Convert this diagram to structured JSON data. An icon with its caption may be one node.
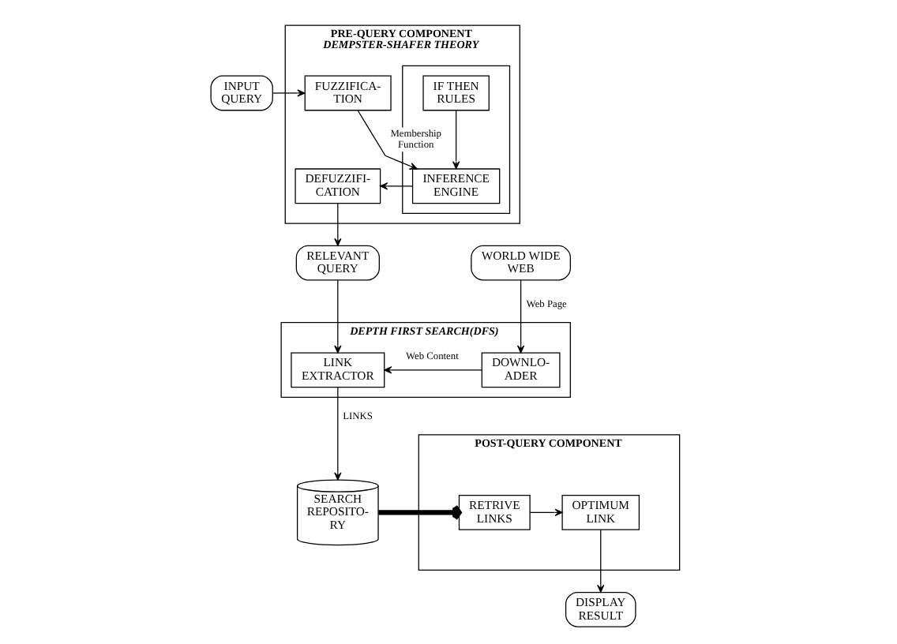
{
  "diagram": {
    "nodes": [
      {
        "text": [
          "PRE-QUERY COMPONENT",
          "DEMPSTER-SHAFER THEORY"
        ]
      },
      {
        "text": [
          "INPUT QUERY"
        ]
      },
      {
        "text": [
          "FUZZIFICA- TION"
        ],
        "in": 0
      },
      {
        "text": [],
        "shape": "box",
        "in": 0
      },
      {
        "text": [
          "IF THEN RULES"
        ],
        "in": 3
      },
      {
        "text": [
          "INFERENCE ENGINE"
        ],
        "in": 3
      },
      {
        "text": [
          "DEFUZZIFI- CATION"
        ],
        "in": 0
      },
      {
        "text": [
          "DISPLAY RESULT"
        ]
      },
      {
        "text": [
          "WORLD WIDE WEB"
        ]
      },
      {
        "text": [
          "RELEVANT QUERY"
        ]
      },
      {
        "text": [
          "POST-QUERY COMPONENT"
        ]
      },
      {
        "text": [
          "OPTIMUM LINK"
        ],
        "in": 10
      },
      {
        "text": [
          "RETRIVE LINKS"
        ],
        "in": 10
      },
      {
        "text": [
          "DEPTH FIRST SEARCH(DFS)"
        ]
      },
      {
        "text": [
          "DOWNLO- ADER"
        ],
        "in": 13
      },
      {
        "text": [
          "LINK EXTRACTOR"
        ],
        "in": 13
      },
      {
        "text": [
          "SEARCH REPOSITO- RY"
        ]
      }
    ],
    "edges": [
      {
        "from": 1,
        "to": 2,
        "arrow": "to"
      },
      {
        "from": 2,
        "to": 5,
        "arrow": "to",
        "label": "Membership Function"
      },
      {
        "from": 4,
        "to": 5,
        "arrow": "to"
      },
      {
        "from": 5,
        "to": 6,
        "arrow": "to"
      },
      {
        "from": 6,
        "to": 9,
        "arrow": "to"
      },
      {
        "from": 8,
        "to": 14,
        "arrow": "to",
        "label": "Web Page"
      },
      {
        "from": 9,
        "to": 15,
        "arrow": "to"
      },
      {
        "from": 14,
        "to": 15,
        "arrow": "to",
        "label": "Web Content"
      },
      {
        "from": 15,
        "to": 16,
        "arrow": "to",
        "label": "LINKS"
      },
      {
        "from": 16,
        "to": 12,
        "arrow": "to",
        "style": "thick"
      },
      {
        "from": 12,
        "to": 11,
        "arrow": "to"
      },
      {
        "from": 11,
        "to": 7,
        "arrow": "to"
      }
    ]
  }
}
